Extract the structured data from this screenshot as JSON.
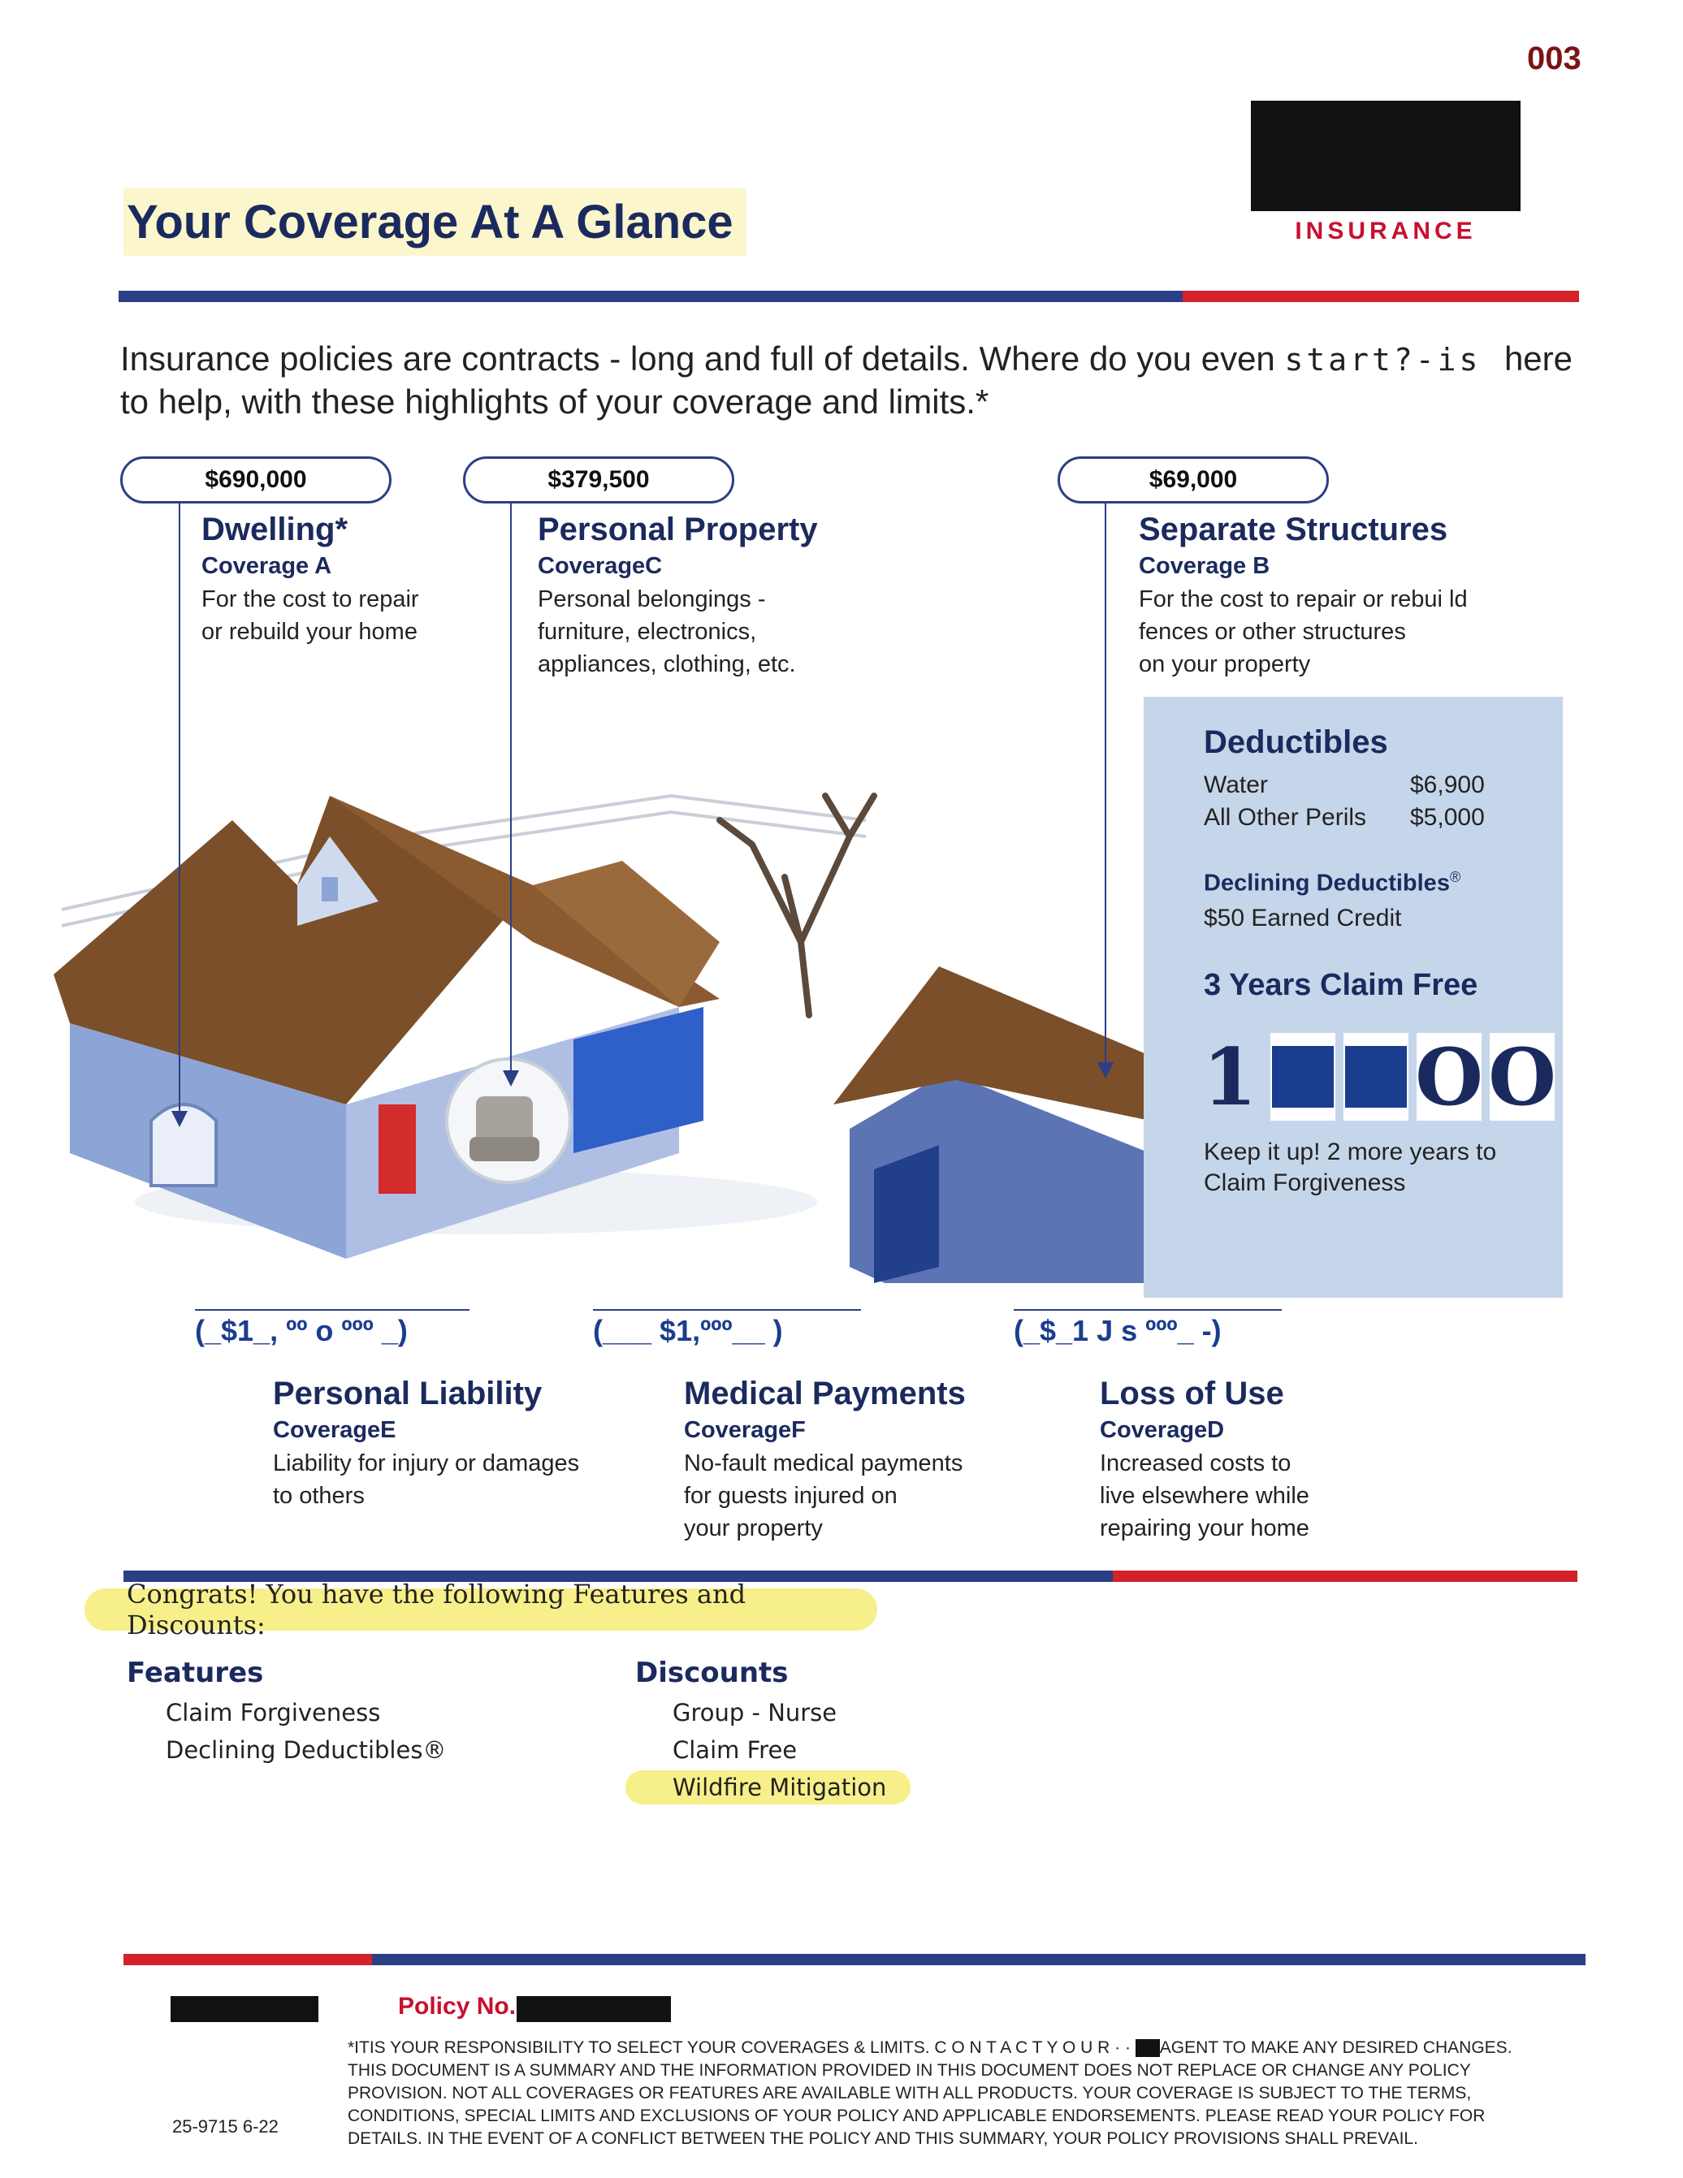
{
  "header": {
    "page_number": "003",
    "brand_label": "INSURANCE",
    "title": "Your Coverage At A Glance"
  },
  "intro": {
    "line1_start": "Insurance policies are contracts - long and full of details. Where do you even ",
    "line1_mono": "start?-is",
    "line1_end": "here",
    "line2": "to help, with these highlights of your coverage and limits.*"
  },
  "coverages_top": [
    {
      "amount": "$690,000",
      "name": "Dwelling*",
      "code": "Coverage A",
      "desc": [
        "For the cost to repair",
        "or rebuild your home"
      ]
    },
    {
      "amount": "$379,500",
      "name": "Personal Property",
      "code": "CoverageC",
      "desc": [
        "Personal belongings -",
        "furniture, electronics,",
        "appliances, clothing, etc."
      ]
    },
    {
      "amount": "$69,000",
      "name": "Separate Structures",
      "code": "Coverage B",
      "desc": [
        "For the cost to repair or rebui ld",
        "fences or other structures",
        "on your property"
      ]
    }
  ],
  "deductibles": {
    "title": "Deductibles",
    "rows": [
      {
        "label": "Water",
        "value": "$6,900"
      },
      {
        "label": "All Other Perils",
        "value": "$5,000"
      }
    ],
    "declining_title": "Declining Deductibles",
    "declining_mark": "®",
    "declining_credit": "$50 Earned Credit",
    "claim_free_title": "3 Years Claim Free",
    "claim_digits": [
      "1",
      "",
      "",
      "O",
      "O"
    ],
    "keep_it_up": [
      "Keep it up! 2 more years to",
      "Claim Forgiveness"
    ]
  },
  "coverages_bottom": [
    {
      "amount": "(_$1_,  ºº o ººº  _)",
      "name": "Personal Liability",
      "code": "CoverageE",
      "desc": [
        "Liability for injury or damages",
        "to others"
      ]
    },
    {
      "amount": "(___  $1,ººº__   )",
      "name": "Medical Payments",
      "code": "CoverageF",
      "desc": [
        "No-fault medical payments",
        "for guests injured on",
        "your property"
      ]
    },
    {
      "amount": "(_$_1   J s ººº_   -)",
      "name": "Loss of Use",
      "code": "CoverageD",
      "desc": [
        "Increased costs to",
        "live elsewhere while",
        "repairing your home"
      ]
    }
  ],
  "congrats": "Congrats! You have the following Features and Discounts:",
  "features": {
    "title": "Features",
    "items": [
      "Claim Forgiveness",
      "Declining Deductibles®"
    ]
  },
  "discounts": {
    "title": "Discounts",
    "items": [
      "Group - Nurse",
      "Claim Free",
      "Wildfire Mitigation"
    ]
  },
  "footer": {
    "policy_label": "Policy No.",
    "form_number": "25-9715   6-22",
    "disclaimer_lines": [
      "*ITIS YOUR RESPONSIBILITY TO SELECT YOUR COVERAGES & LIMITS. C O N T A C T Y O U R · ·",
      "AGENT TO MAKE ANY DESIRED CHANGES.",
      "THIS DOCUMENT IS A SUMMARY AND THE INFORMATION PROVIDED IN THIS DOCUMENT DOES NOT REPLACE OR CHANGE ANY POLICY",
      "PROVISION. NOT ALL COVERAGES OR FEATURES ARE AVAILABLE WITH ALL PRODUCTS. YOUR COVERAGE IS SUBJECT TO THE TERMS,",
      "CONDITIONS, SPECIAL LIMITS AND EXCLUSIONS OF YOUR POLICY AND APPLICABLE ENDORSEMENTS. PLEASE READ YOUR POLICY FOR",
      "DETAILS. IN THE EVENT OF A CONFLICT BETWEEN THE POLICY AND THIS SUMMARY, YOUR POLICY PROVISIONS SHALL PREVAIL."
    ]
  },
  "colors": {
    "navy": "#1b2a5e",
    "bar_blue": "#2c3e86",
    "bar_red": "#d2232a",
    "highlight": "#f7f08a",
    "deductible_panel": "#c6d6ea"
  }
}
